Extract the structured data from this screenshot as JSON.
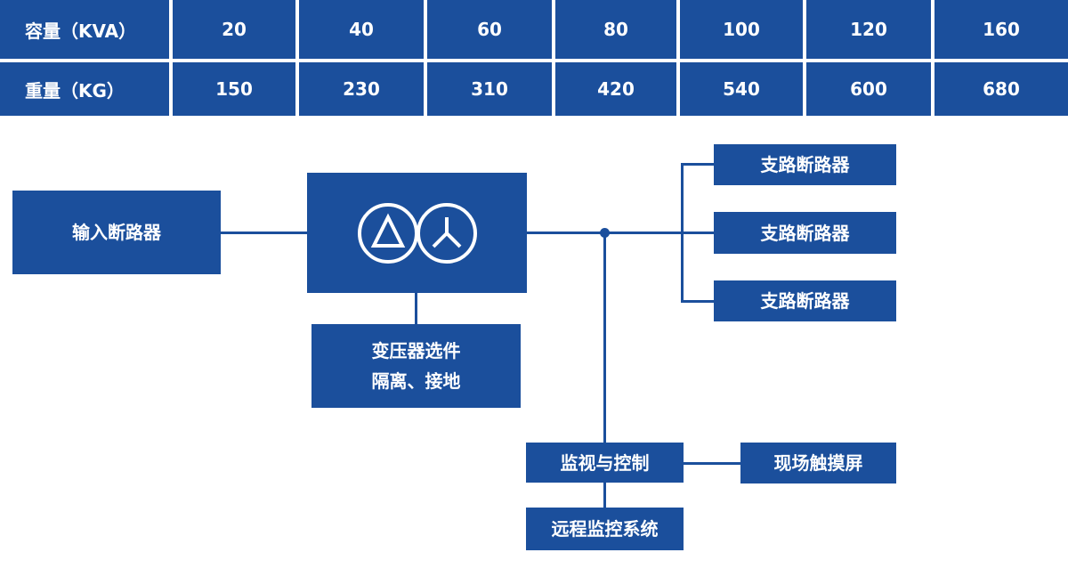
{
  "spec_table": {
    "rows": [
      {
        "header": "容量（KVA）",
        "values": [
          "20",
          "40",
          "60",
          "80",
          "100",
          "120",
          "160"
        ]
      },
      {
        "header": "重量（KG）",
        "values": [
          "150",
          "230",
          "310",
          "420",
          "540",
          "600",
          "680"
        ]
      }
    ]
  },
  "diagram": {
    "input_breaker": "输入断路器",
    "transformer_options": {
      "line1": "变压器选件",
      "line2": "隔离、接地"
    },
    "branch_breakers": [
      "支路断路器",
      "支路断路器",
      "支路断路器"
    ],
    "monitor_control": "监视与控制",
    "touch_screen": "现场触摸屏",
    "remote_monitoring": "远程监控系统"
  },
  "colors": {
    "primary": "#1b4f9c",
    "background": "#ffffff"
  },
  "icons": {
    "transformer": "transformer-delta-wye-icon"
  }
}
